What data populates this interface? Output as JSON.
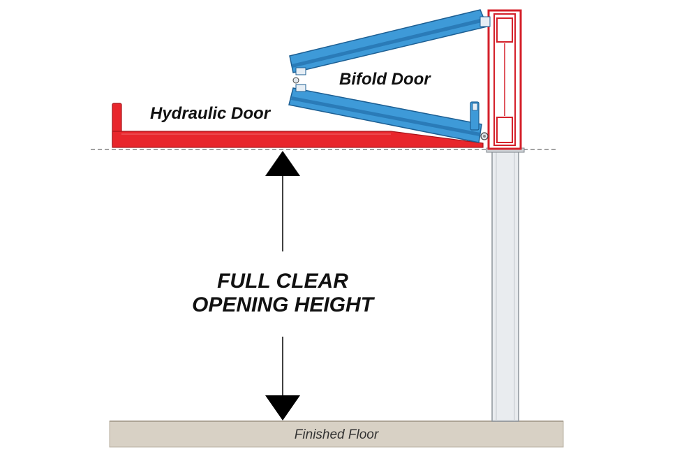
{
  "labels": {
    "bifold_door": "Bifold Door",
    "hydraulic_door": "Hydraulic Door",
    "clear_height_line1": "FULL CLEAR",
    "clear_height_line2": "OPENING HEIGHT",
    "finished_floor": "Finished Floor"
  },
  "colors": {
    "hydraulic_red": "#e8262c",
    "bifold_blue": "#3e9ad8",
    "bifold_outline": "#1d5f93",
    "floor": "#d8d1c5",
    "post": "#e9ecef",
    "arrow": "#000000"
  }
}
